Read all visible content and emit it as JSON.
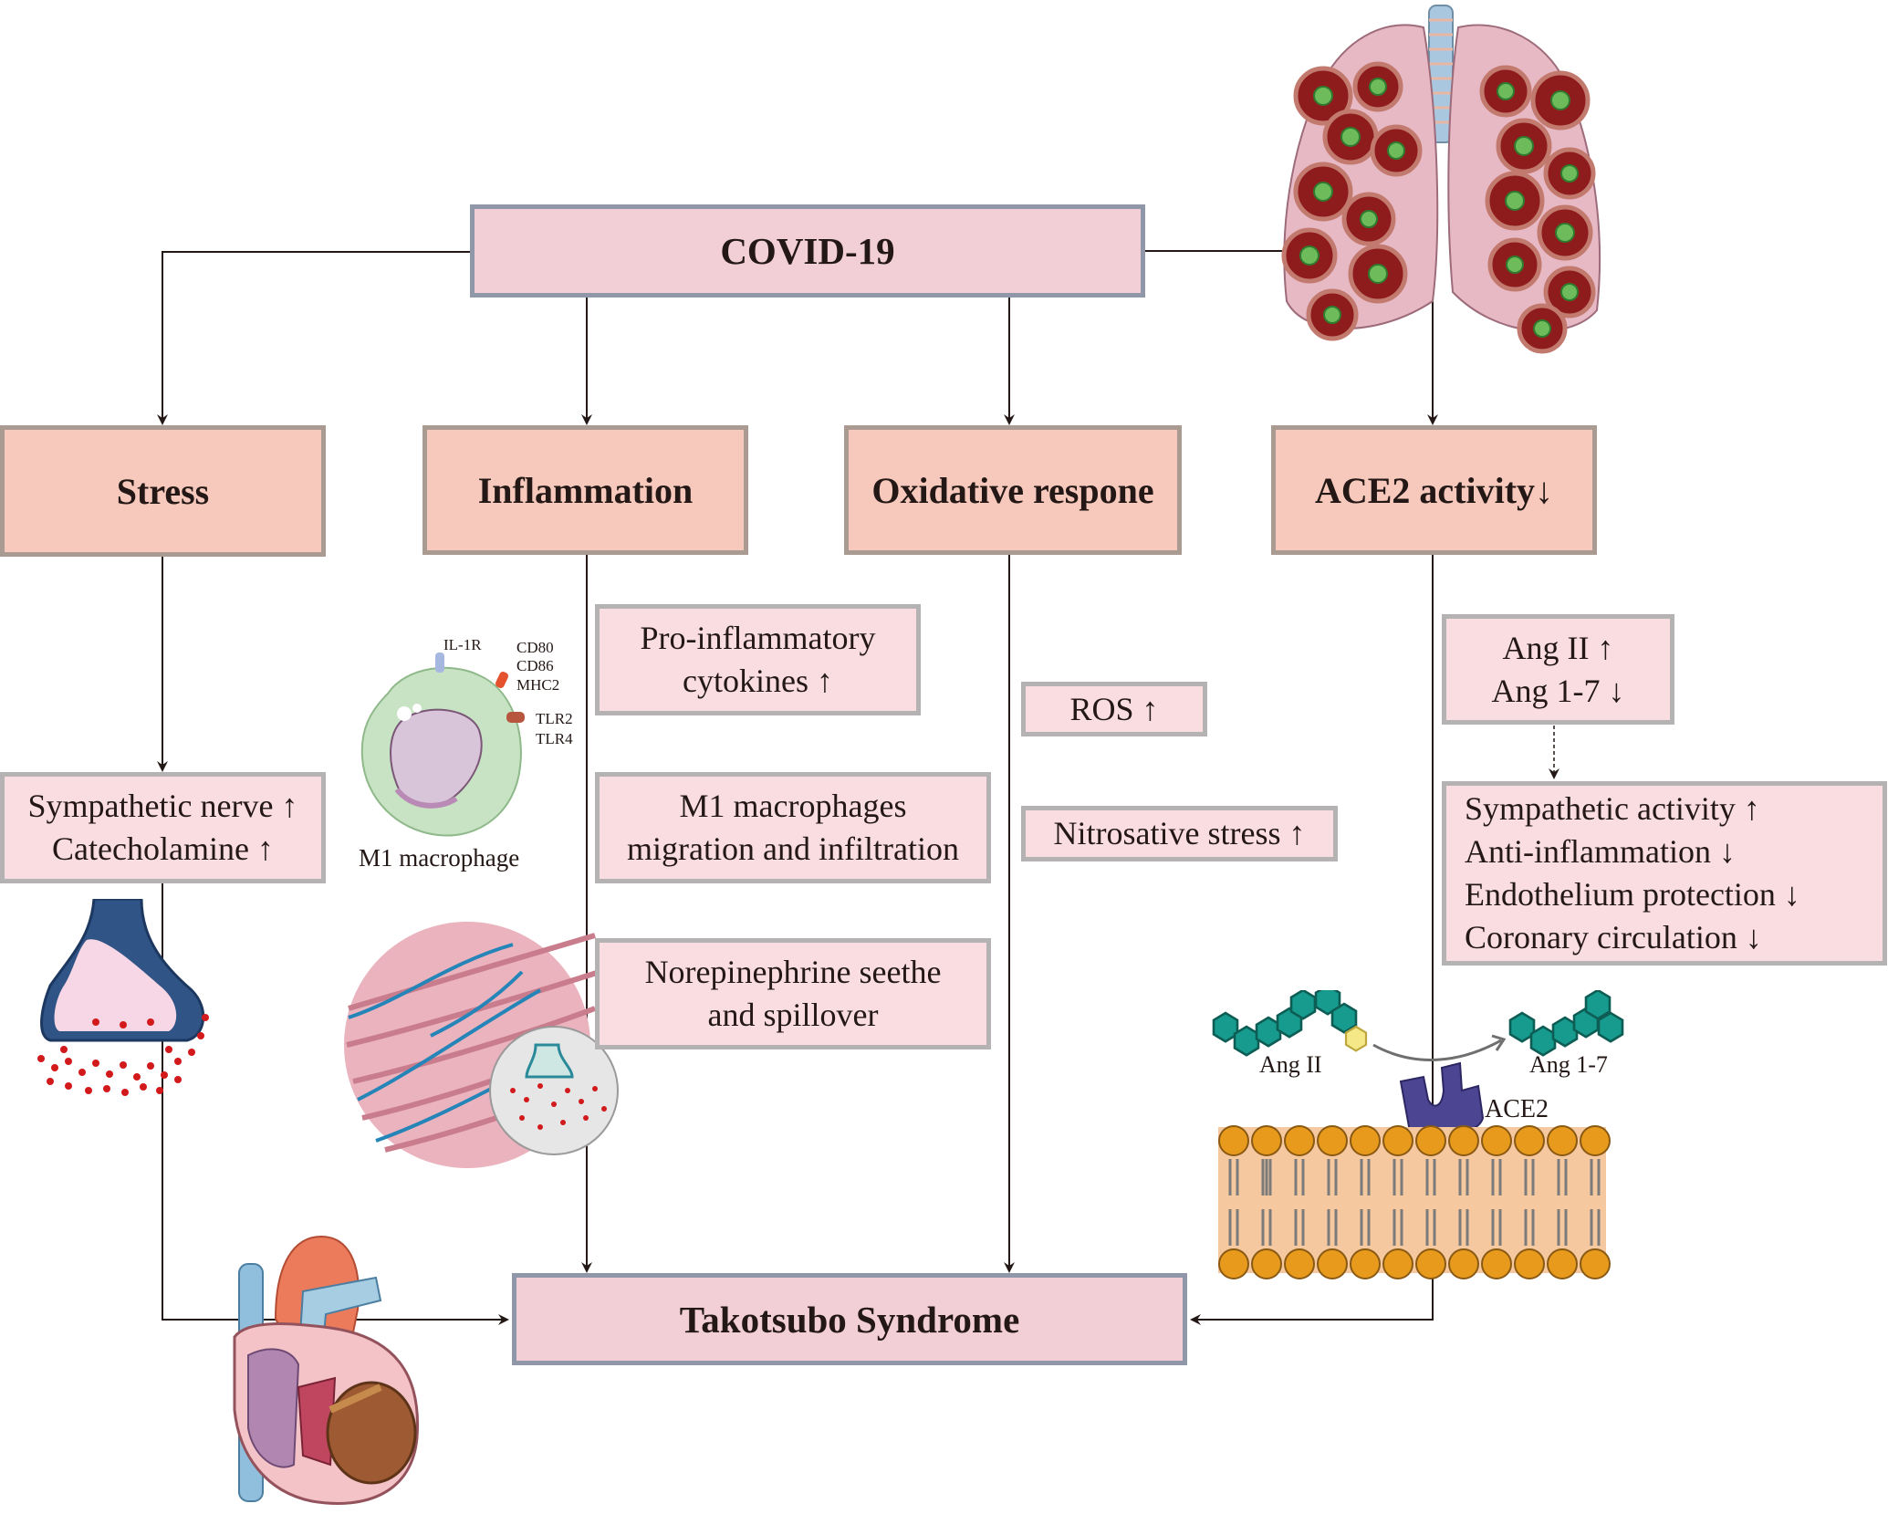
{
  "diagram": {
    "root": {
      "label": "COVID-19"
    },
    "categories": [
      {
        "id": "stress",
        "label": "Stress"
      },
      {
        "id": "inflammation",
        "label": "Inflammation"
      },
      {
        "id": "oxidative",
        "label": "Oxidative respone"
      },
      {
        "id": "ace2",
        "label": "ACE2 activity↓"
      }
    ],
    "stress_effects": {
      "lines": [
        "Sympathetic nerve ↑",
        "Catecholamine ↑"
      ]
    },
    "inflammation_effects": [
      {
        "lines": [
          "Pro-inflammatory",
          "cytokines ↑"
        ]
      },
      {
        "lines": [
          "M1 macrophages",
          "migration and infiltration"
        ]
      },
      {
        "lines": [
          "Norepinephrine seethe",
          "and spillover"
        ]
      }
    ],
    "oxidative_effects": [
      {
        "lines": [
          "ROS ↑"
        ]
      },
      {
        "lines": [
          "Nitrosative stress ↑"
        ]
      }
    ],
    "ace2_effects": {
      "angiotensin": {
        "lines": [
          "Ang II ↑",
          "Ang 1-7 ↓"
        ]
      },
      "consequences": {
        "lines": [
          "Sympathetic activity ↑",
          "Anti-inflammation ↓",
          "Endothelium protection ↓",
          "Coronary circulation ↓"
        ]
      }
    },
    "outcome": {
      "label": "Takotsubo Syndrome"
    },
    "illustrations": {
      "macrophage": {
        "caption": "M1 macrophage",
        "receptor_labels": [
          "IL-1R",
          "CD80",
          "CD86",
          "MHC2",
          "TLR2",
          "TLR4"
        ]
      },
      "membrane": {
        "enzyme_label": "ACE2",
        "substrate_label": "Ang II",
        "product_label": "Ang 1-7"
      },
      "lungs": {
        "icon": "infected-lungs-icon"
      },
      "synapse": {
        "icon": "sympathetic-synapse-icon"
      },
      "myocardium": {
        "icon": "myocardium-nerve-icon"
      },
      "heart": {
        "icon": "heart-icon"
      }
    },
    "colors": {
      "root_fill": "#f2cfd6",
      "category_fill": "#f7c9bc",
      "effect_fill": "#f9dde0",
      "line": "#231815"
    }
  }
}
